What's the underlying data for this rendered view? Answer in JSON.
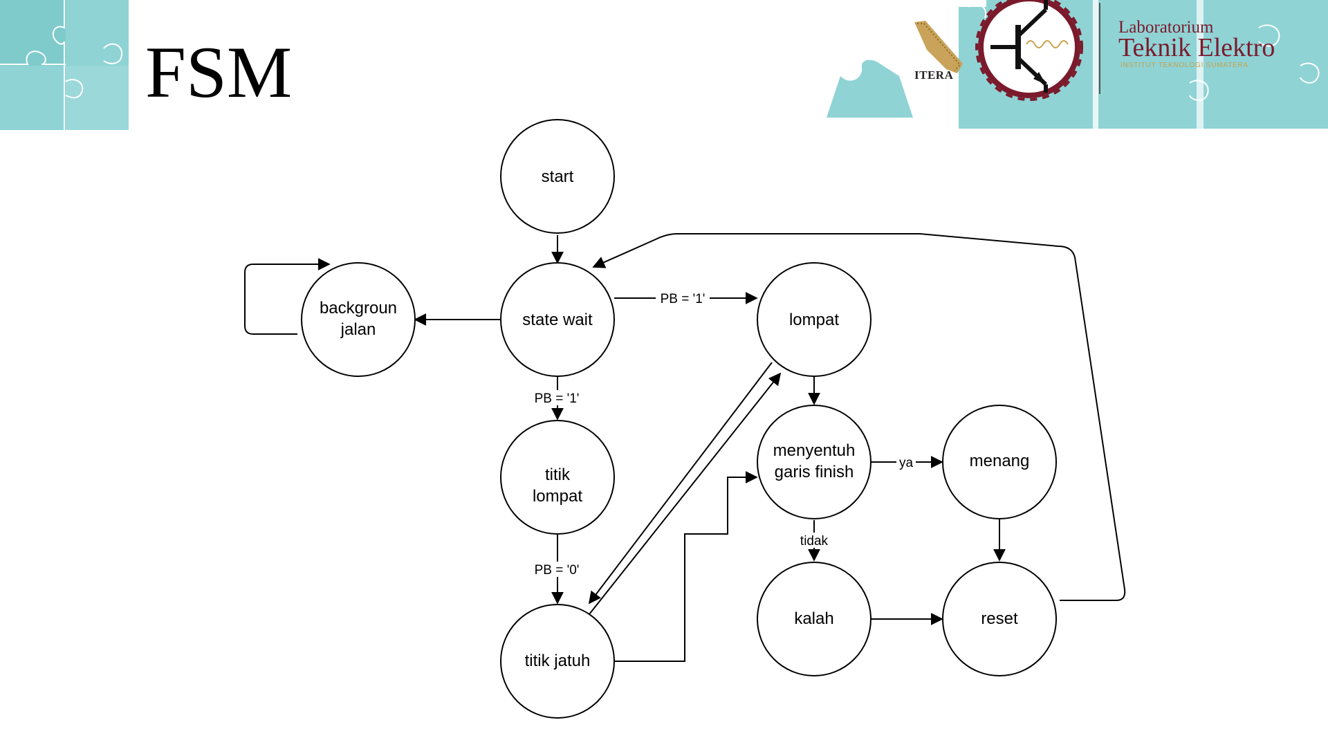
{
  "slide": {
    "title": "FSM"
  },
  "header": {
    "logo_itera": "ITERA",
    "lab_name_line1": "Laboratorium",
    "lab_name_line2": "Teknik Elektro",
    "lab_name_line3": "INSTITUT TEKNOLOGI SUMATERA"
  },
  "colors": {
    "puzzle": "#8fd3d5",
    "lab_brand": "#7b1a2c",
    "lab_gold": "#c8a14a"
  },
  "diagram": {
    "nodes": {
      "start": "start",
      "state_wait": "state wait",
      "background_line1": "backgroun",
      "background_line2": "jalan",
      "lompat": "lompat",
      "titik_lompat_line1": "titik",
      "titik_lompat_line2": "lompat",
      "titik_jatuh": "titik jatuh",
      "menyentuh_line1": "menyentuh",
      "menyentuh_line2": "garis finish",
      "menang": "menang",
      "kalah": "kalah",
      "reset": "reset"
    },
    "edge_labels": {
      "wait_to_lompat": "PB = '1'",
      "wait_to_titik_lompat": "PB = '1'",
      "titik_lompat_to_jatuh": "PB = '0'",
      "finish_yes": "ya",
      "finish_no": "tidak"
    }
  }
}
